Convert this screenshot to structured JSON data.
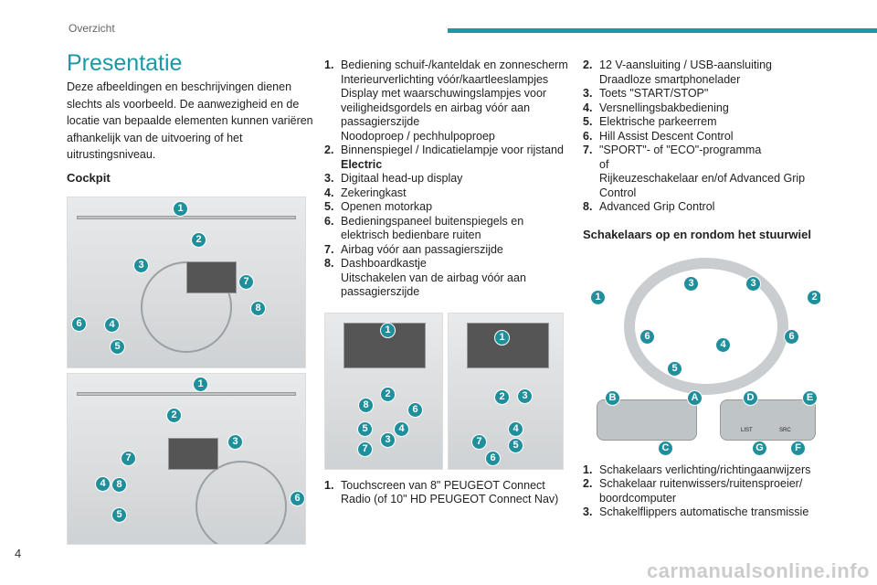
{
  "header": {
    "section": "Overzicht",
    "page_number": "4"
  },
  "watermark": "carmanualsonline.info",
  "title": "Presentatie",
  "intro": "Deze afbeeldingen en beschrijvingen dienen slechts als voorbeeld. De aanwezigheid en de locatie van bepaalde elementen kunnen variëren afhankelijk van de uitvoering of het uitrustingsniveau.",
  "cockpit_heading": "Cockpit",
  "cockpit_list": [
    {
      "n": "1.",
      "t": "Bediening schuif-/kanteldak en zonnescherm\nInterieurverlichting vóór/kaartleeslampjes\nDisplay met waarschuwingslampjes voor veiligheidsgordels en airbag vóór aan passagierszijde\nNoodoproep / pechhulpoproep"
    },
    {
      "n": "2.",
      "t": "Binnenspiegel / Indicatielampje voor rijstand",
      "bold": "Electric"
    },
    {
      "n": "3.",
      "t": "Digitaal head-up display"
    },
    {
      "n": "4.",
      "t": "Zekeringkast"
    },
    {
      "n": "5.",
      "t": "Openen motorkap"
    },
    {
      "n": "6.",
      "t": "Bedieningspaneel buitenspiegels en elektrisch bedienbare ruiten"
    },
    {
      "n": "7.",
      "t": "Airbag vóór aan passagierszijde"
    },
    {
      "n": "8.",
      "t": "Dashboardkastje\nUitschakelen van de airbag vóór aan passagierszijde"
    }
  ],
  "console_list": [
    {
      "n": "1.",
      "t": "Touchscreen van 8\" PEUGEOT Connect Radio (of 10\" HD PEUGEOT Connect Nav)"
    }
  ],
  "console_list2": [
    {
      "n": "2.",
      "t": "12 V-aansluiting / USB-aansluiting\nDraadloze smartphonelader"
    },
    {
      "n": "3.",
      "t": "Toets \"START/STOP\""
    },
    {
      "n": "4.",
      "t": "Versnellingsbakbediening"
    },
    {
      "n": "5.",
      "t": "Elektrische parkeerrem"
    },
    {
      "n": "6.",
      "t": "Hill Assist Descent Control"
    },
    {
      "n": "7.",
      "t": "\"SPORT\"- of \"ECO\"-programma\nof\nRijkeuzeschakelaar en/of Advanced Grip Control"
    },
    {
      "n": "8.",
      "t": "Advanced Grip Control"
    }
  ],
  "wheel_heading": "Schakelaars op en rondom het stuurwiel",
  "wheel_list": [
    {
      "n": "1.",
      "t": "Schakelaars verlichting/richtingaanwijzers"
    },
    {
      "n": "2.",
      "t": "Schakelaar ruitenwissers/ruitensproeier/ boordcomputer"
    },
    {
      "n": "3.",
      "t": "Schakelflippers automatische transmissie"
    }
  ],
  "callouts": {
    "img1": [
      "1",
      "2",
      "3",
      "7",
      "8",
      "6",
      "4",
      "5"
    ],
    "img2": [
      "1",
      "2",
      "3",
      "7",
      "4",
      "8",
      "6",
      "5"
    ],
    "img3": [
      "1",
      "8",
      "2",
      "6",
      "5",
      "4",
      "3",
      "7"
    ],
    "img4": [
      "1",
      "3",
      "2",
      "4",
      "7",
      "5",
      "6"
    ],
    "wheel": [
      "1",
      "3",
      "3",
      "2",
      "6",
      "4",
      "6",
      "5",
      "B",
      "A",
      "D",
      "E",
      "C",
      "G",
      "F"
    ],
    "wheel_labels": [
      "LIST",
      "SRC"
    ]
  }
}
